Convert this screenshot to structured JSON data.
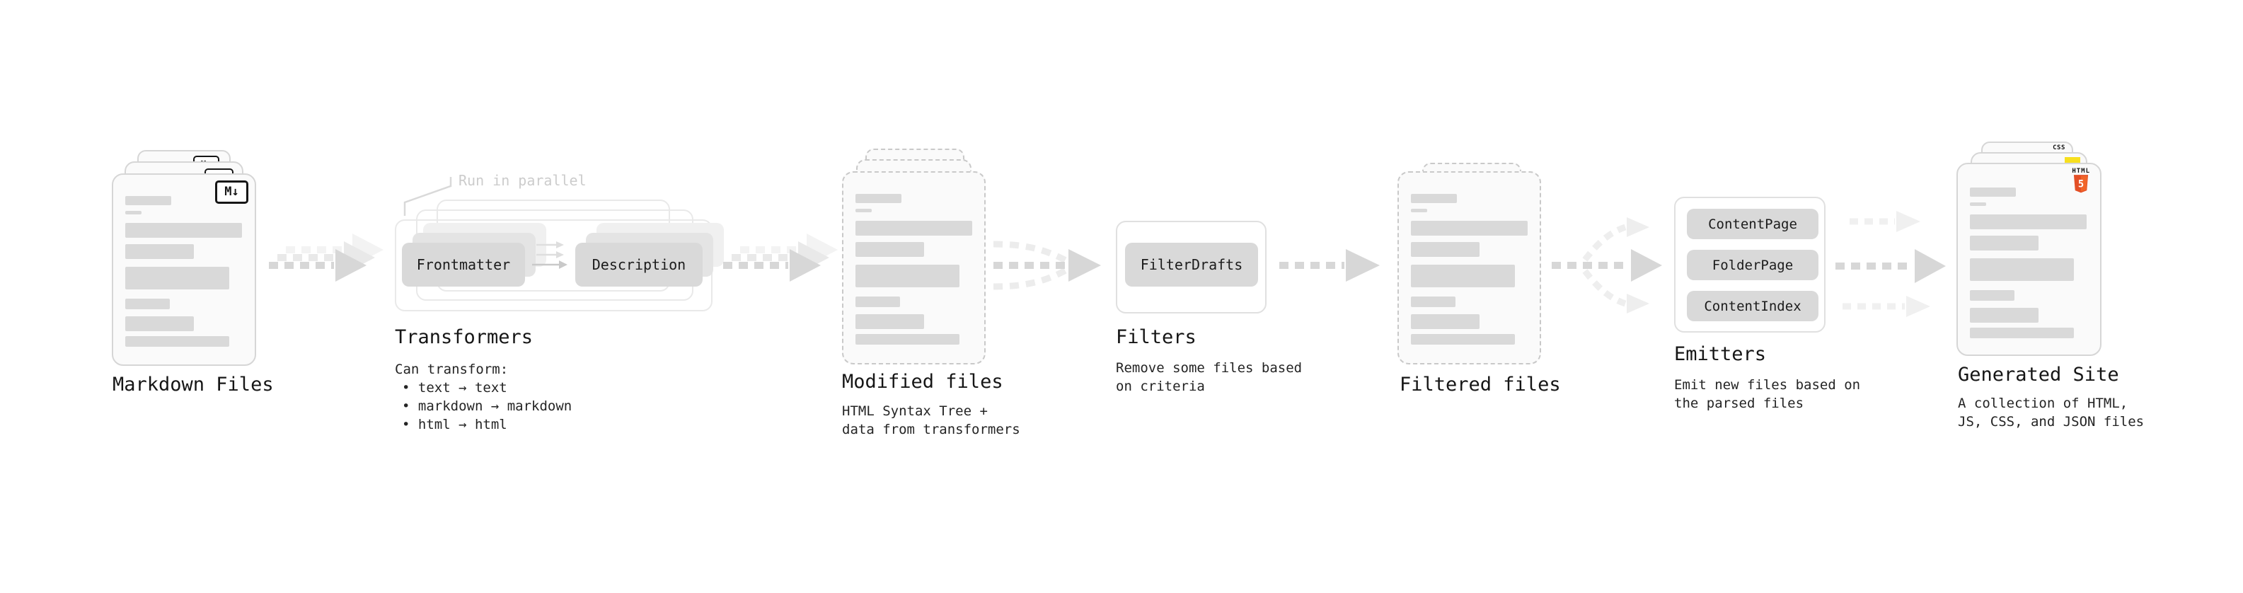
{
  "pipeline": {
    "markdown_files": {
      "label": "Markdown Files",
      "badge": "M↓"
    },
    "transformers": {
      "note": "Run in parallel",
      "pill_left": "Frontmatter",
      "pill_right": "Description",
      "title": "Transformers",
      "caption": "Can transform:",
      "bullets": [
        "• text → text",
        "• markdown → markdown",
        "• html → html"
      ]
    },
    "modified_files": {
      "title": "Modified files",
      "caption_lines": [
        "HTML Syntax Tree +",
        "data from transformers"
      ]
    },
    "filters": {
      "title": "Filters",
      "pill": "FilterDrafts",
      "caption_lines": [
        "Remove some files based",
        "on criteria"
      ]
    },
    "filtered_files": {
      "title": "Filtered files"
    },
    "emitters": {
      "title": "Emitters",
      "pills": [
        "ContentPage",
        "FolderPage",
        "ContentIndex"
      ],
      "caption_lines": [
        "Emit new files based on",
        "the parsed files"
      ]
    },
    "generated_site": {
      "title": "Generated Site",
      "caption_lines": [
        "A collection of HTML,",
        "JS, CSS, and JSON files"
      ],
      "badges": {
        "css": "CSS",
        "html_word": "HTML",
        "html_number": "5"
      }
    },
    "colors": {
      "html5_orange": "#e34f26",
      "js_yellow": "#f7df1e",
      "css_blue": "#2965f1",
      "arrow_gray": "#d7d7d7",
      "pill_gray": "#d9d9d9",
      "note_gray": "#cccccc",
      "text_dark": "#1f1f1f"
    }
  }
}
